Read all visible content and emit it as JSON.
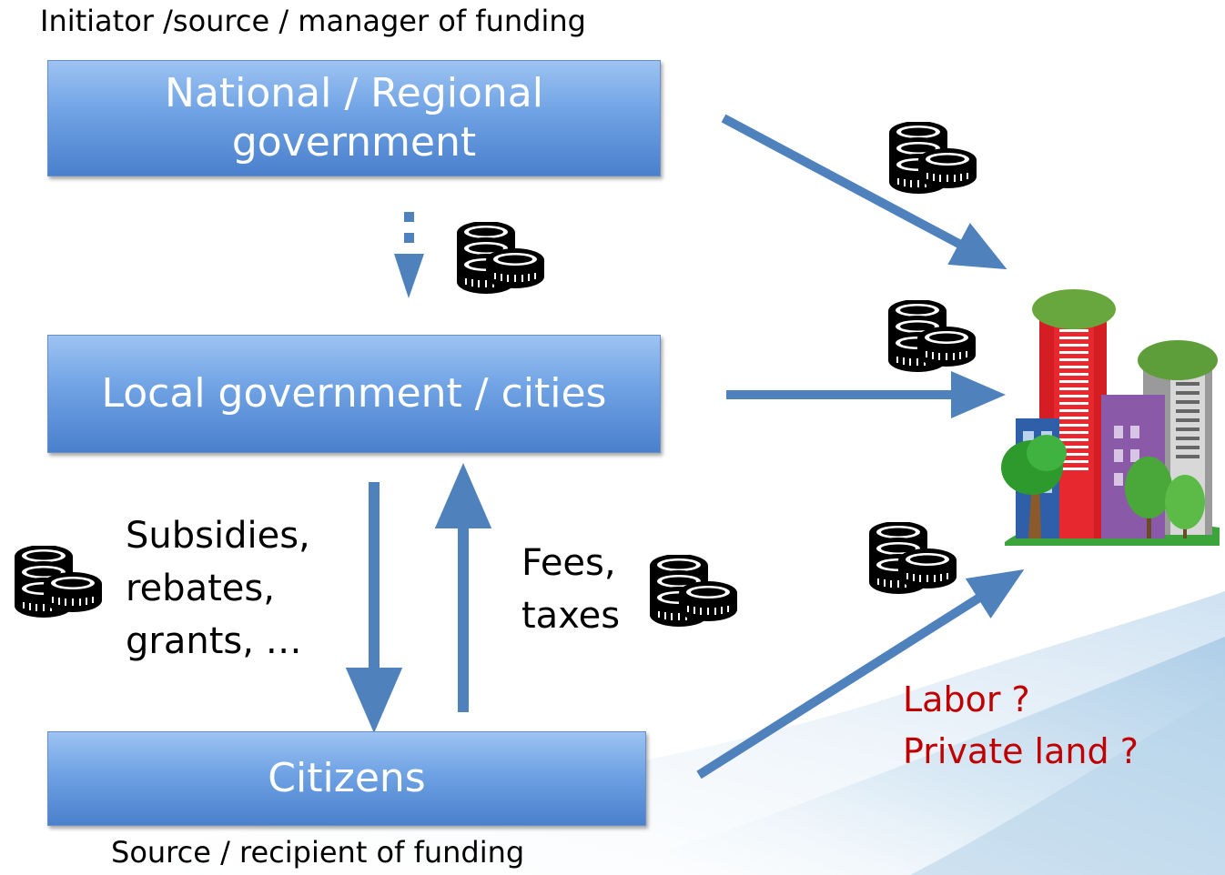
{
  "captions": {
    "top": "Initiator /source / manager of funding",
    "bottom": "Source / recipient of funding"
  },
  "boxes": {
    "national": "National / Regional government",
    "local": "Local government / cities",
    "citizens": "Citizens"
  },
  "labels": {
    "subsidies": "Subsidies,\nrebates,\ngrants, …",
    "fees": "Fees,\ntaxes",
    "questions": "Labor ?\nPrivate land ?"
  },
  "colors": {
    "arrow": "#4f81bd",
    "question_text": "#c00000",
    "box_text": "#ffffff"
  },
  "icons": [
    "coins-icon",
    "green-city-icon"
  ]
}
